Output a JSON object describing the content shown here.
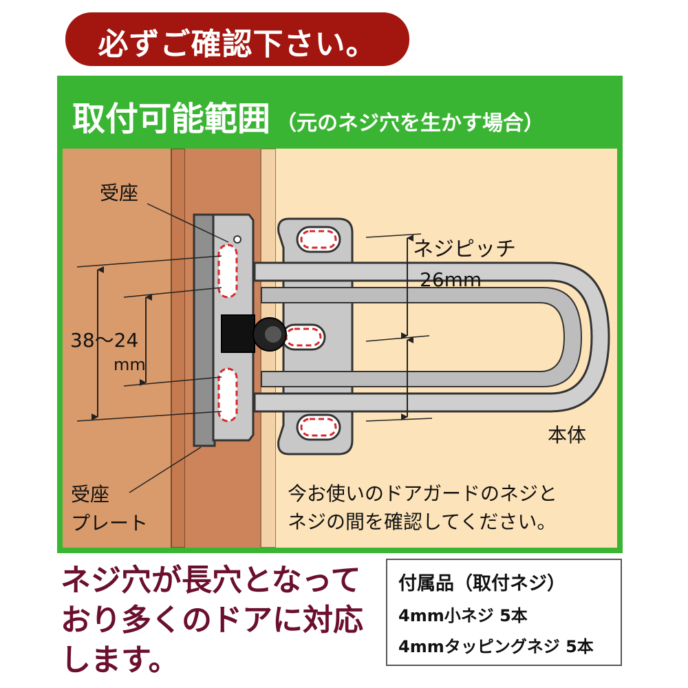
{
  "banner": {
    "text": "必ずご確認下さい。"
  },
  "panel": {
    "title": "取付可能範囲",
    "subtitle": "（元のネジ穴を生かす場合）"
  },
  "diagram": {
    "label_receiver": "受座",
    "label_range_value": "38～24",
    "label_range_unit": "mm",
    "label_pitch_title": "ネジピッチ",
    "label_pitch_value": "26mm",
    "label_body": "本体",
    "label_plate_line1": "受座",
    "label_plate_line2": "プレート",
    "instruction_line1": "今お使いのドアガードのネジと",
    "instruction_line2": "ネジの間を確認してください。"
  },
  "note": {
    "line1": "ネジ穴が長穴となって",
    "line2": "おり多くのドアに対応",
    "line3": "します。"
  },
  "accessories": {
    "title": "付属品（取付ネジ）",
    "item1": "4mm小ネジ 5本",
    "item2": "4mmタッピングネジ 5本"
  },
  "colors": {
    "banner": "#a3150f",
    "panel_green": "#3ab533",
    "door_left": "#d99a6c",
    "door_frame": "#c57a4f",
    "door_right": "#fde3b9",
    "metal": "#c8c8c8",
    "hole_dash": "#d8282a",
    "note_text": "#6b0f2e"
  }
}
